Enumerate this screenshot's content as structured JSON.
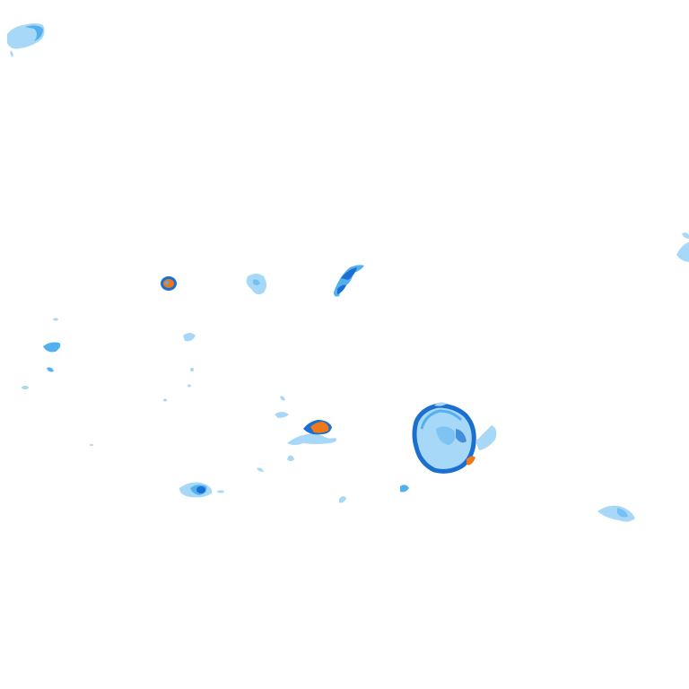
{
  "map": {
    "legend_colors": {
      "light": "#a8d8f8",
      "medium": "#52b0ee",
      "strong": "#1a6fd0",
      "heavy": "#f07818"
    },
    "cells": [
      {
        "id": "cell-nw-corner",
        "intensity": "medium"
      },
      {
        "id": "cell-west-orange",
        "intensity": "heavy"
      },
      {
        "id": "cell-central-light",
        "intensity": "light"
      },
      {
        "id": "cell-north-arc",
        "intensity": "strong"
      },
      {
        "id": "cell-center-orange",
        "intensity": "heavy"
      },
      {
        "id": "cell-ring",
        "intensity": "strong"
      },
      {
        "id": "cell-southwest",
        "intensity": "medium"
      },
      {
        "id": "cell-east-edge",
        "intensity": "light"
      },
      {
        "id": "cell-southeast",
        "intensity": "light"
      }
    ]
  }
}
